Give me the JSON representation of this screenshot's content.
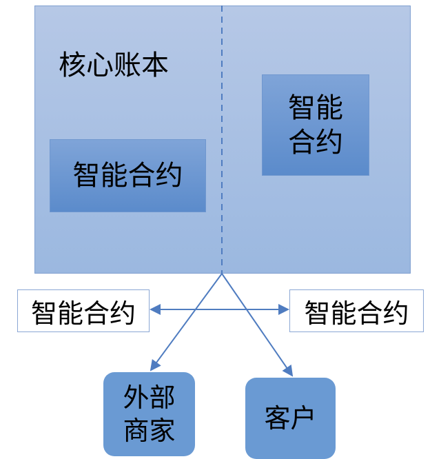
{
  "core_ledger": {
    "title": "核心账本"
  },
  "inner_contracts": {
    "left": "智能合约",
    "right_line1": "智能",
    "right_line2": "合约"
  },
  "external_contracts": {
    "left": "智能合约",
    "right": "智能合约"
  },
  "parties": {
    "merchant_line1": "外部",
    "merchant_line2": "商家",
    "customer": "客户"
  },
  "colors": {
    "ledger": "#a9c0e3",
    "inner": "#6f97cf",
    "party": "#6a9ad3",
    "line": "#4f7cc0"
  }
}
